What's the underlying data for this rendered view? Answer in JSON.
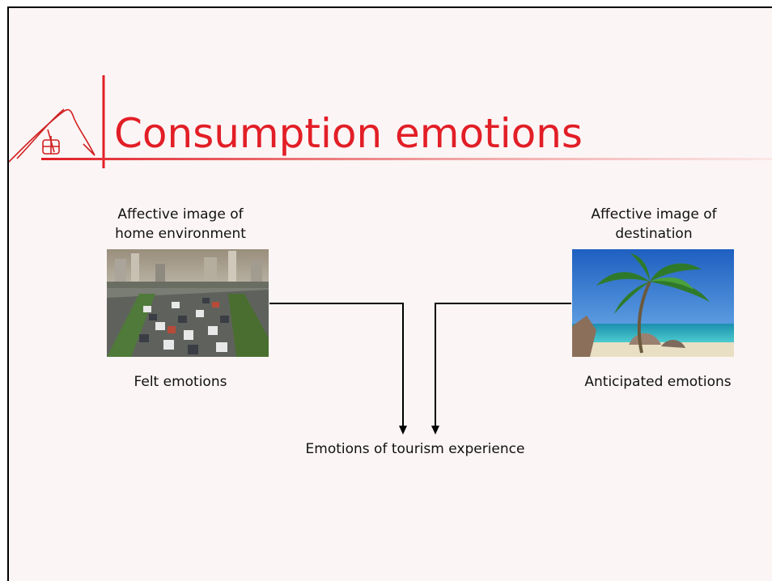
{
  "slide": {
    "title": "Consumption emotions",
    "left_caption_line1": "Affective image of",
    "left_caption_line2": "home environment",
    "right_caption_line1": "Affective image of",
    "right_caption_line2": "destination",
    "left_emotion": "Felt emotions",
    "right_emotion": "Anticipated emotions",
    "outcome": "Emotions of tourism experience"
  },
  "colors": {
    "title": "#e21e26",
    "accent": "#e21e26",
    "background": "#fcf5f5"
  },
  "icons": {
    "logo": "mountain-cable-car-icon"
  }
}
